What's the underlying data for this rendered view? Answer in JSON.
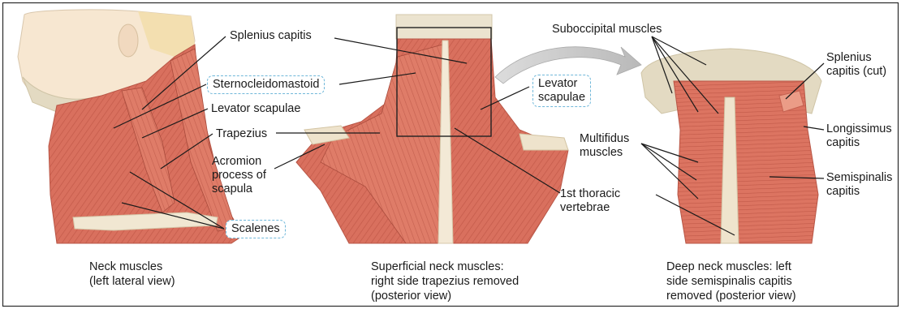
{
  "labels": {
    "splenius_capitis": "Splenius capitis",
    "sternocleidomastoid": "Sternocleidomastoid",
    "levator_scapulae_left": "Levator scapulae",
    "trapezius": "Trapezius",
    "acromion": "Acromion\nprocess of\nscapula",
    "scalenes": "Scalenes",
    "levator_scapulae_center": "Levator\nscapulae",
    "first_thoracic": "1st thoracic\nvertebrae",
    "suboccipital": "Suboccipital muscles",
    "multifidus": "Multifidus\nmuscles",
    "splenius_cut": "Splenius\ncapitis (cut)",
    "longissimus": "Longissimus\ncapitis",
    "semispinalis": "Semispinalis\ncapitis"
  },
  "captions": {
    "left": "Neck muscles\n(left lateral view)",
    "center": "Superficial neck muscles:\nright side trapezius removed\n(posterior view)",
    "right": "Deep neck muscles: left\nside semispinalis capitis\nremoved (posterior view)"
  },
  "colors": {
    "muscle": "#d9705e",
    "muscle_light": "#eb9c87",
    "bone": "#e3dac2",
    "skin": "#f7e7d1",
    "callout_border": "#6fb7d9"
  }
}
